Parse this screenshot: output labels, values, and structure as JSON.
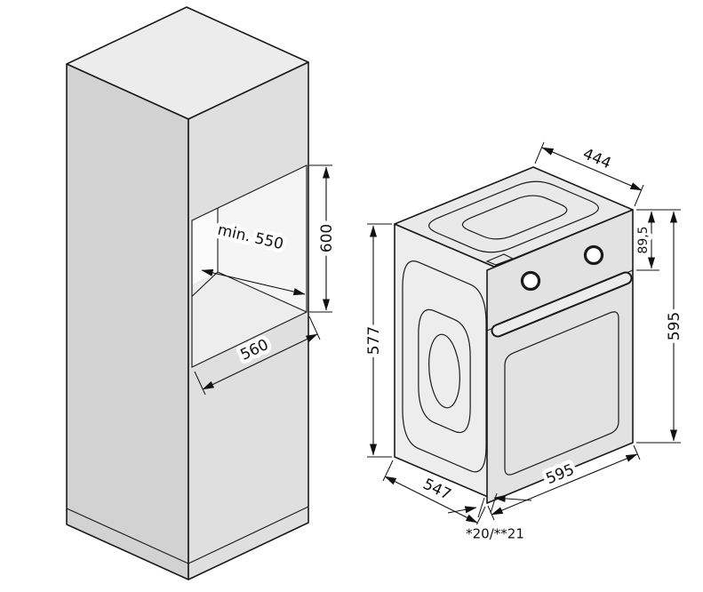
{
  "palette": {
    "line": "#1a1a1a",
    "cabinet_side": "#d2d2d2",
    "cabinet_front": "#dfdfdf",
    "cabinet_top": "#ececec",
    "oven_side": "#ededed",
    "oven_top": "#e9e9e9",
    "oven_front": "#e2e2e2",
    "oven_glass": "#c9c9c9"
  },
  "cabinet": {
    "dims": {
      "niche_depth": "min. 550",
      "niche_height": "600",
      "niche_width": "560"
    }
  },
  "oven": {
    "dims": {
      "top_depth": "444",
      "control_panel_height": "89,5",
      "height": "595",
      "side_height": "577",
      "depth": "547",
      "width": "595",
      "front_protrusion": "*20/**21"
    }
  }
}
